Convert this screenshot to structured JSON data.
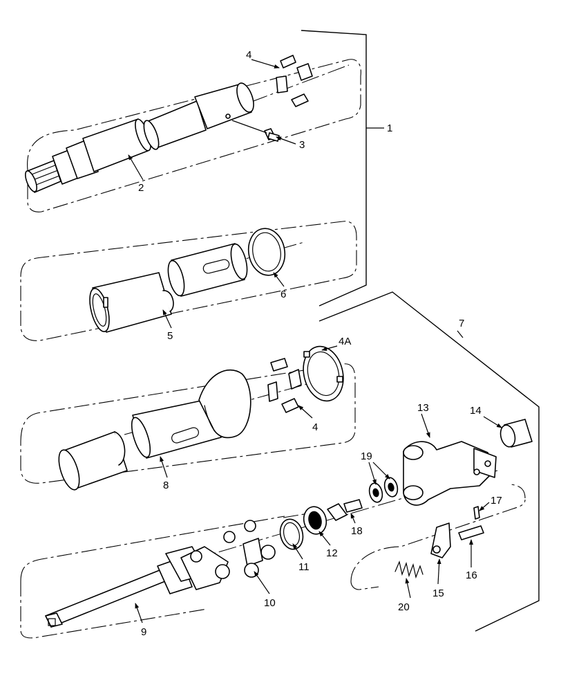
{
  "callouts": {
    "c1": "1",
    "c2": "2",
    "c3": "3",
    "c4_top": "4",
    "c4a": "4A",
    "c4_mid": "4",
    "c5": "5",
    "c6": "6",
    "c7": "7",
    "c8": "8",
    "c9": "9",
    "c10": "10",
    "c11": "11",
    "c12": "12",
    "c13": "13",
    "c14": "14",
    "c15": "15",
    "c16": "16",
    "c17": "17",
    "c18": "18",
    "c19": "19",
    "c20": "20"
  }
}
